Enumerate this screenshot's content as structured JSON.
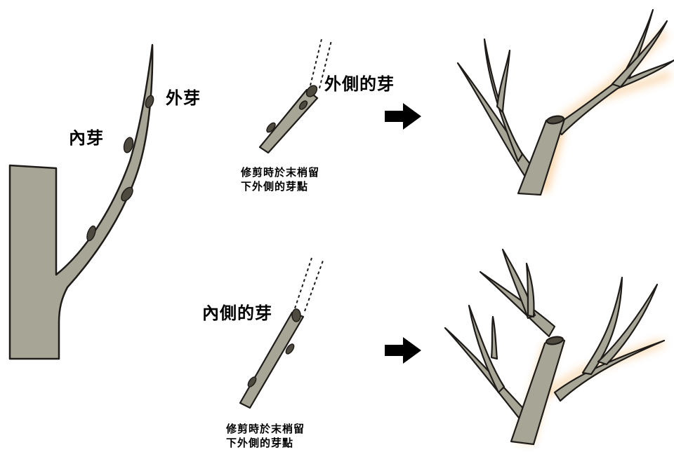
{
  "labels": {
    "outer_bud": "外芽",
    "inner_bud": "內芽",
    "outer_side_bud": "外側的芽",
    "inner_side_bud": "內側的芽",
    "caption_top": [
      "修剪時於末梢留",
      "下外側的芽點"
    ],
    "caption_bottom": [
      "修剪時於末梢留",
      "下外側的芽點"
    ]
  },
  "colors": {
    "bark": "#a7a596",
    "outline": "#1e1b18",
    "bud": "#4e4a40",
    "glow": "#f3a03a"
  }
}
